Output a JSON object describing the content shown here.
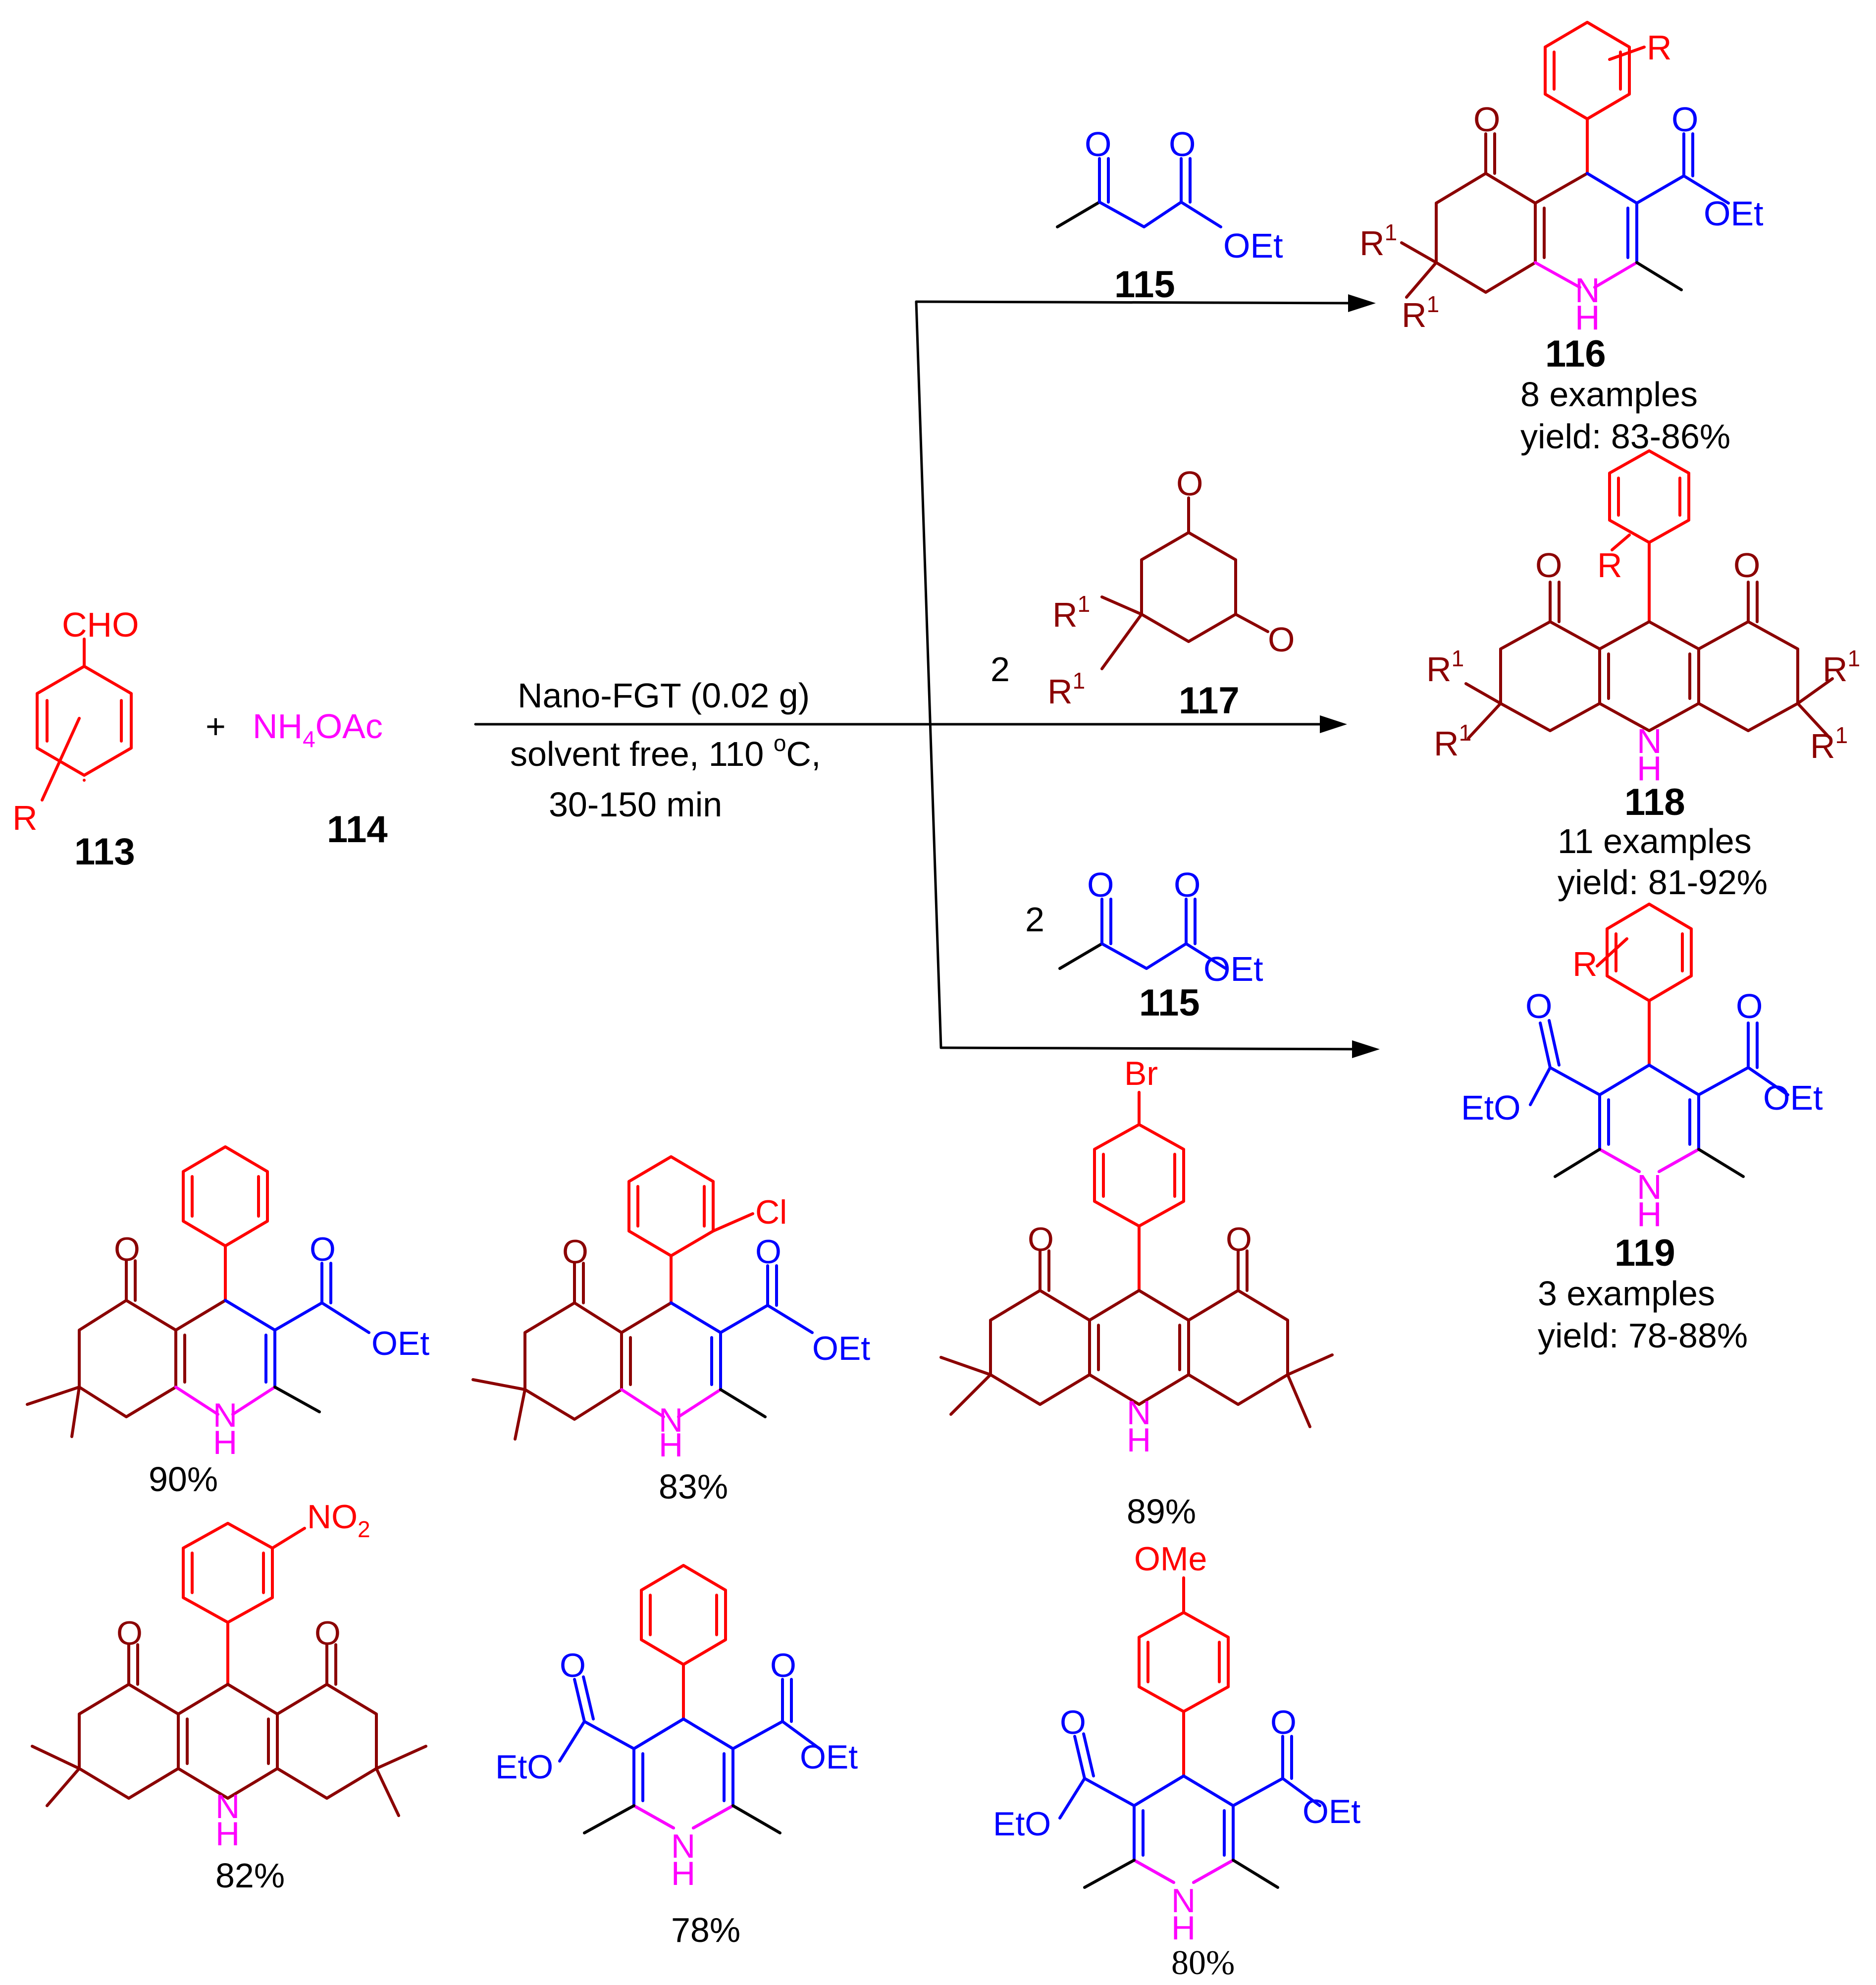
{
  "colors": {
    "black": "#000000",
    "red": "#ff0000",
    "maroon": "#8b0000",
    "blue": "#0000ff",
    "magenta": "#ff00ff"
  },
  "reactants": {
    "c113": {
      "label": "113",
      "cho": "CHO",
      "r": "R"
    },
    "plus": "+",
    "c114": {
      "label": "114",
      "nh": "NH",
      "sub": "4",
      "oac": "OAc"
    }
  },
  "conditions": {
    "line1": "Nano-FGT (0.02 g)",
    "line2_pre": "solvent free, 110 ",
    "line2_sup": "o",
    "line2_post": "C,",
    "line3": "30-150 min"
  },
  "reagents": {
    "r115a": {
      "label": "115",
      "o": "O",
      "oet": "OEt"
    },
    "r117": {
      "label": "117",
      "coeff": "2",
      "o": "O",
      "r": "R",
      "sup": "1"
    },
    "r115b": {
      "label": "115",
      "coeff": "2",
      "o": "O",
      "oet": "OEt"
    }
  },
  "products": {
    "p116": {
      "label": "116",
      "examples": "8 examples",
      "yield": "yield: 83-86%",
      "o": "O",
      "oet": "OEt",
      "n": "N",
      "h": "H",
      "r": "R",
      "sup": "1"
    },
    "p118": {
      "label": "118",
      "examples": "11 examples",
      "yield": "yield: 81-92%",
      "o": "O",
      "n": "N",
      "h": "H",
      "r": "R",
      "sup": "1"
    },
    "p119": {
      "label": "119",
      "examples": "3 examples",
      "yield": "yield: 78-88%",
      "o": "O",
      "oet": "OEt",
      "eto": "EtO",
      "n": "N",
      "h": "H",
      "r": "R"
    }
  },
  "examples": [
    {
      "yield": "90%"
    },
    {
      "yield": "83%",
      "sub": "Cl"
    },
    {
      "yield": "89%",
      "sub": "Br"
    },
    {
      "yield": "82%",
      "sub_a": "NO",
      "sub_b": "2"
    },
    {
      "yield": "78%"
    },
    {
      "yield": "80%",
      "sub": "OMe"
    }
  ]
}
